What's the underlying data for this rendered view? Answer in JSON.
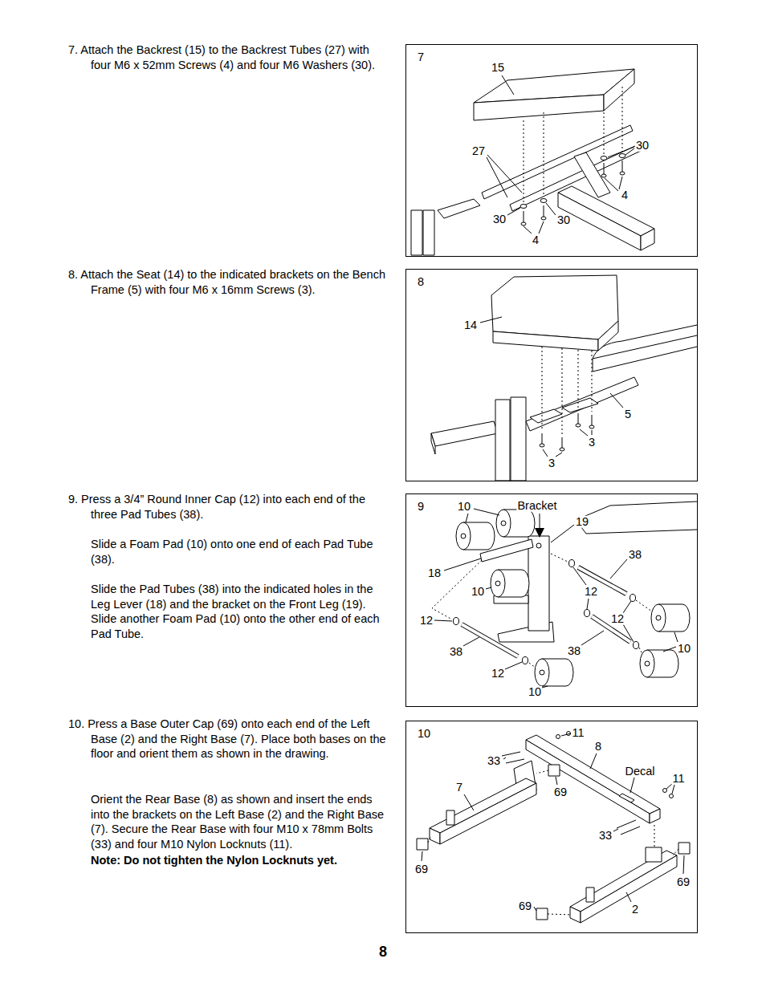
{
  "diagram": {
    "nodes": [
      {
        "text": [
          "7"
        ]
      },
      {
        "text": [
          "8"
        ]
      },
      {
        "text": [
          "9"
        ]
      },
      {
        "text": [
          "10"
        ]
      }
    ],
    "labels": [
      "7. Attach the Backrest (15) to the Backrest Tubes (27) with four M6 x 52mm Screws (4) and four M6 Washers (30).",
      "8. Attach the Seat (14) to the indicated brackets on the Bench Frame (5) with four M6 x 16mm Screws (3).",
      "9. Press a 3/4” Round Inner Cap (12) into each end of the three Pad Tubes (38).",
      "Slide a Foam Pad (10) onto one end of each Pad Tube (38).",
      "Slide the Pad Tubes (38) into the indicated holes in the Leg Lever (18) and the bracket on the Front Leg (19). Slide another Foam Pad (10) onto the other end of each Pad Tube.",
      "10. Press a Base Outer Cap (69) onto each end of the Left Base (2) and the Right Base (7). Place both bases on the floor and orient them as shown in the drawing.",
      "Orient the Rear Base (8) as shown and insert the ends into the brackets on the Left Base (2) and the Right Base (7). Secure the Rear Base with four M10 x 78mm Bolts (33) and four M10 Nylon Locknuts (11).",
      "Note: Do not tighten the Nylon Locknuts yet.",
      "15",
      "27",
      "30",
      "4",
      "30",
      "30",
      "4",
      "14",
      "5",
      "3",
      "3",
      "10",
      "Bracket",
      "19",
      "38",
      "18",
      "10",
      "12",
      "12",
      "12",
      "38",
      "38",
      "10",
      "12",
      "10",
      "11",
      "8",
      "33",
      "Decal",
      "11",
      "7",
      "69",
      "33",
      "69",
      "69",
      "69",
      "2",
      "8"
    ]
  }
}
